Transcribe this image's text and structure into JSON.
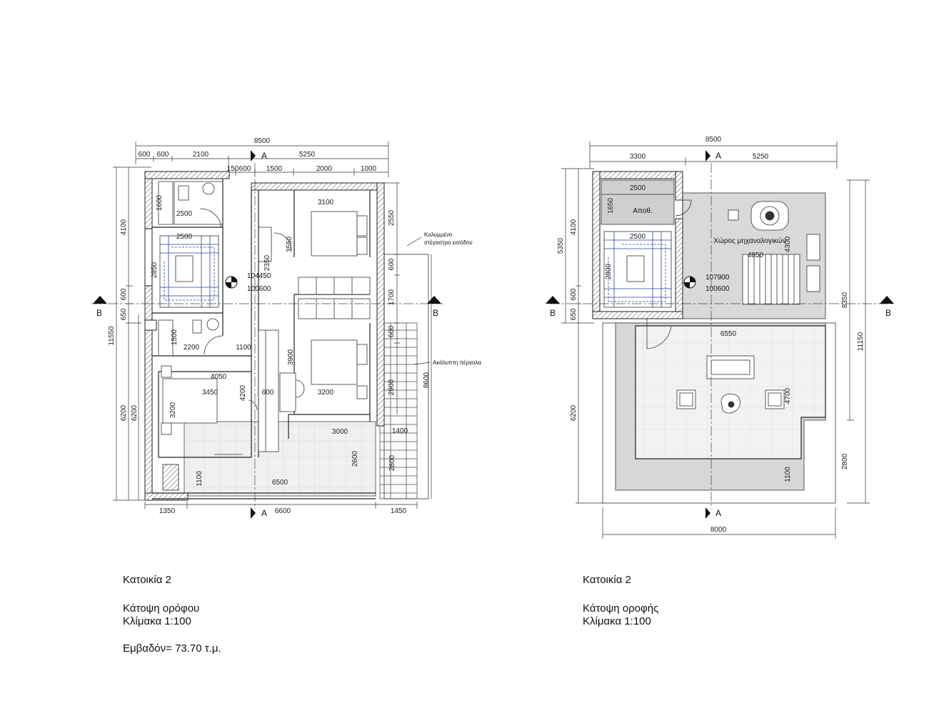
{
  "plans": {
    "floor": {
      "caption": {
        "house": "Κατοικία 2",
        "view": "Κάτοψη ορόφου",
        "scale": "Κλίμακα 1:100",
        "area": "Εμβαδόν= 73.70 τ.μ."
      },
      "section_marks": {
        "a": "A",
        "b": "B"
      },
      "dims": {
        "total_width": "8500",
        "top_600a": "600",
        "top_600b": "600",
        "top_2100": "2100",
        "top_5250": "5250",
        "top_150": "150",
        "top_600c": "600",
        "top_1500": "1500",
        "top_2000": "2000",
        "top_1000": "1000",
        "left_4100": "4100",
        "left_600": "600",
        "left_650": "650",
        "left_11550": "11550",
        "left_6200a": "6200",
        "left_6200b": "6200",
        "bath1_1600": "1600",
        "bath1_2500": "2500",
        "stair_2500": "2500",
        "stair_2850": "2850",
        "bed1_3100": "3100",
        "bed1_3550": "3550",
        "hall_2350": "2350",
        "right_2550": "2550",
        "right_600a": "600",
        "right_1700": "1700",
        "right_600b": "600",
        "right_2900": "2900",
        "right_8600": "8600",
        "bath2_1500": "1500",
        "bath2_2200": "2200",
        "hall_1100": "1100",
        "bed3_4050": "4050",
        "bed3_3450": "3450",
        "bed3_3200": "3200",
        "bed3_4200": "4200",
        "hall_600": "600",
        "bed2_3900": "3900",
        "bed2_3200": "3200",
        "bal_3000": "3000",
        "bal_2600": "2600",
        "perg_1400": "1400",
        "perg_2800": "2800",
        "bal_1100": "1100",
        "bal_6500": "6500",
        "bot_1350": "1350",
        "bot_6600": "6600",
        "bot_1450": "1450"
      },
      "levels": {
        "top": "104450",
        "bottom": "100600"
      },
      "notes": {
        "canopy_line1": "Καλυμμένο",
        "canopy_line2": "στέγαστρο εισόδου",
        "pergola": "Ακάλυπτη πέργολα"
      }
    },
    "roof": {
      "caption": {
        "house": "Κατοικία 2",
        "view": "Κάτοψη οροφής",
        "scale": "Κλίμακα 1:100"
      },
      "section_marks": {
        "a": "A",
        "b": "B"
      },
      "dims": {
        "total_width": "8500",
        "top_3300": "3300",
        "top_5250": "5250",
        "storage_2500": "2500",
        "storage_1650": "1650",
        "stair_2500": "2500",
        "stair_2800": "2800",
        "left_4100": "4100",
        "left_5350": "5350",
        "left_600": "600",
        "left_650": "650",
        "left_6200": "6200",
        "mech_4850": "4850",
        "mech_4300": "4300",
        "right_8350": "8350",
        "right_11150": "11150",
        "terrace_6550": "6550",
        "terrace_4700": "4700",
        "right_2800": "2800",
        "bot_1100": "1100",
        "bottom_8000": "8000"
      },
      "levels": {
        "top": "107900",
        "bottom": "100600"
      },
      "rooms": {
        "storage": "Αποθ.",
        "mechanical": "Χώρος μηχαναλογικών"
      }
    }
  }
}
